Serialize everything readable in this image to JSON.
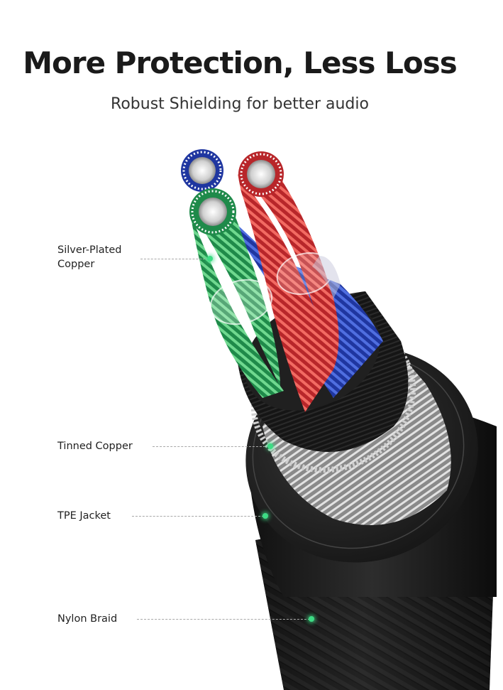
{
  "headline": "More Protection, Less Loss",
  "subheadline": "Robust Shielding for better audio",
  "labels": [
    {
      "line1": "Silver-Plated",
      "line2": "Copper"
    },
    {
      "line1": "Tinned Copper"
    },
    {
      "line1": "TPE Jacket"
    },
    {
      "line1": "Nylon Braid"
    }
  ],
  "colors": {
    "accent_dot": "#3ddc84",
    "wire_blue": "#2c45b8",
    "wire_red": "#e0393b",
    "wire_green": "#2fae62",
    "jacket": "#1b1b1b"
  }
}
